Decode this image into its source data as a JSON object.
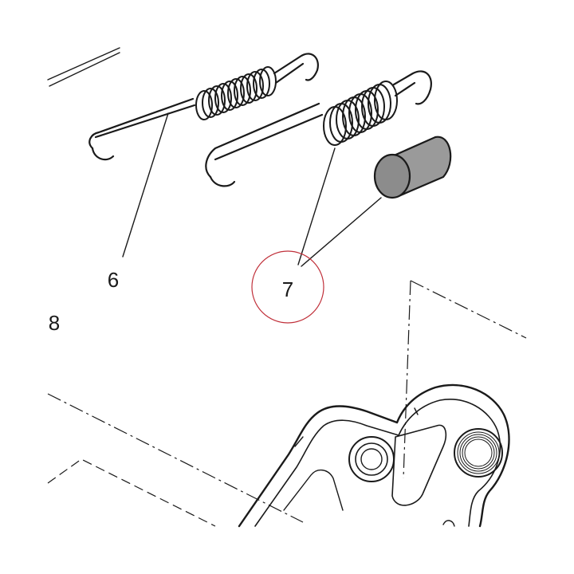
{
  "callouts": [
    {
      "id": "6",
      "label": "6"
    },
    {
      "id": "7",
      "label": "7"
    },
    {
      "id": "8",
      "label": "8"
    }
  ],
  "highlight": {
    "target": "7",
    "color": "#c0303a"
  },
  "colors": {
    "ink": "#1a1a1a",
    "bushing_fill": "#9a9a9a",
    "bushing_end": "#8c8c8c",
    "background": "#ffffff"
  }
}
